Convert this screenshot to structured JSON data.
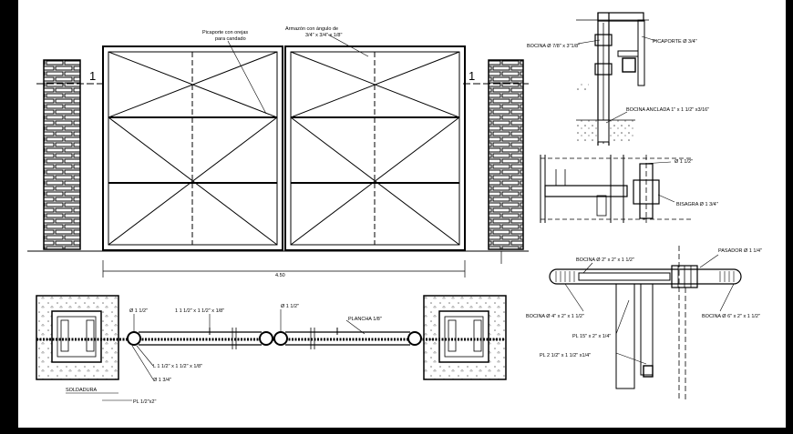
{
  "colors": {
    "background": "#000000",
    "sheet": "#ffffff",
    "line": "#000000",
    "hatch": "#555555"
  },
  "elevation": {
    "section_mark_left": "1",
    "section_mark_right": "1",
    "note_latch": "Picaporte con orejas",
    "note_latch_2": "para candado",
    "note_angle": "Armazón con ángulo de",
    "note_angle_2": "3/4\" x 3/4\" x 1/8\"",
    "width_dim": "4.50"
  },
  "latch_detail": {
    "bushing": "BOCINA Ø 7/8\" x 3\"1/8\"",
    "latch": "PICAPORTE Ø 3/4\"",
    "anchored_bushing": "BOCINA ANCLADA 1\" x 1 1/2\" x3/16\""
  },
  "hinge_detail": {
    "tube": "Ø 1 1/2\"",
    "hinge": "BISAGRA Ø 1 3/4\""
  },
  "plan_detail": {
    "pipe_left": "Ø 1 1/2\"",
    "angle_frame": "1 1 1/2\" x 1 1/2\" x 1/8\"",
    "pipe_center": "Ø 1 1/2\"",
    "plate": "PLANCHA 1/8\"",
    "angle_lower": "L 1 1/2\" x 1 1/2\" x 1/8\"",
    "pipe_small": "Ø 1 3/4\"",
    "weld": "SOLDADURA",
    "base_plate": "PL 1/2\"x2\""
  },
  "bolt_detail": {
    "pasador": "PASADOR Ø 1 1/4\"",
    "bushing_top": "BOCINA Ø 2\" x 2\" x 1 1/2\"",
    "bushing_left": "BOCINA Ø 4\" x 2\" x 1 1/2\"",
    "bushing_right": "BOCINA Ø 6\" x 2\" x 1 1/2\"",
    "plate_15": "PL 15\" x 2\" x 1/4\"",
    "plate_2": "PL 2 1/2\" x 1 1/2\" x1/4\""
  }
}
